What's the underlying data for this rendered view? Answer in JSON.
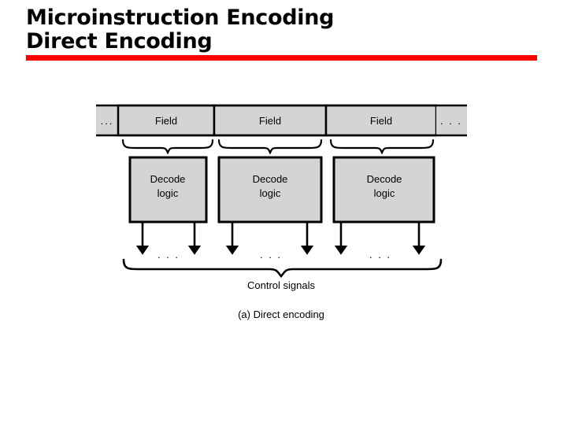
{
  "slide": {
    "title_lines": [
      "Microinstruction Encoding",
      "Direct Encoding"
    ],
    "accent_color": "#ff0000",
    "background_color": "#ffffff"
  },
  "diagram": {
    "name": "direct-encoding-diagram",
    "fill_color": "#d4d4d4",
    "stroke_color": "#000000",
    "instruction_bar": {
      "left_ellipsis": "...",
      "right_ellipsis": ". . .",
      "fields": [
        {
          "label": "Field"
        },
        {
          "label": "Field"
        },
        {
          "label": "Field"
        }
      ]
    },
    "decoders": [
      {
        "line1": "Decode",
        "line2": "logic"
      },
      {
        "line1": "Decode",
        "line2": "logic"
      },
      {
        "line1": "Decode",
        "line2": "logic"
      }
    ],
    "signal_ellipses": [
      ". . .",
      ". . .",
      ". . ."
    ],
    "output_brace_label": "Control signals",
    "caption": "(a) Direct encoding"
  }
}
